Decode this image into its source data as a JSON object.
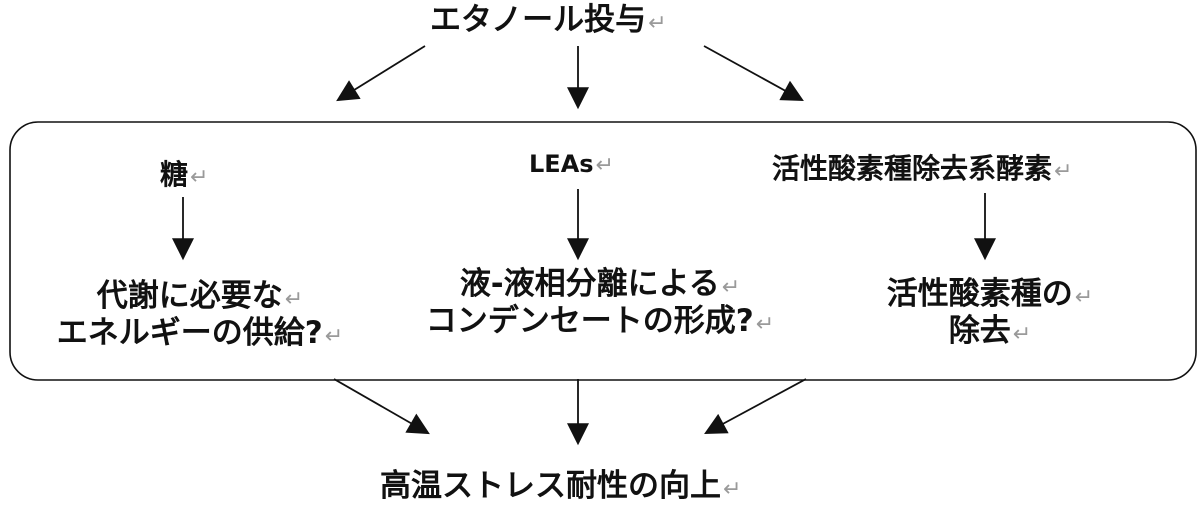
{
  "diagram": {
    "top": "エタノール投与",
    "bottom": "高温ストレス耐性の向上",
    "columns": [
      {
        "source": "糖",
        "result": [
          "代謝に必要な",
          "エネルギーの供給?"
        ]
      },
      {
        "source": "LEAs",
        "result": [
          "液-液相分離による",
          "コンデンセートの形成?"
        ]
      },
      {
        "source": "活性酸素種除去系酵素",
        "result": [
          "活性酸素種の",
          "除去"
        ]
      }
    ],
    "return_mark": "↵",
    "colors": {
      "ink": "#111111",
      "return_mark": "#9a9a9a"
    }
  }
}
